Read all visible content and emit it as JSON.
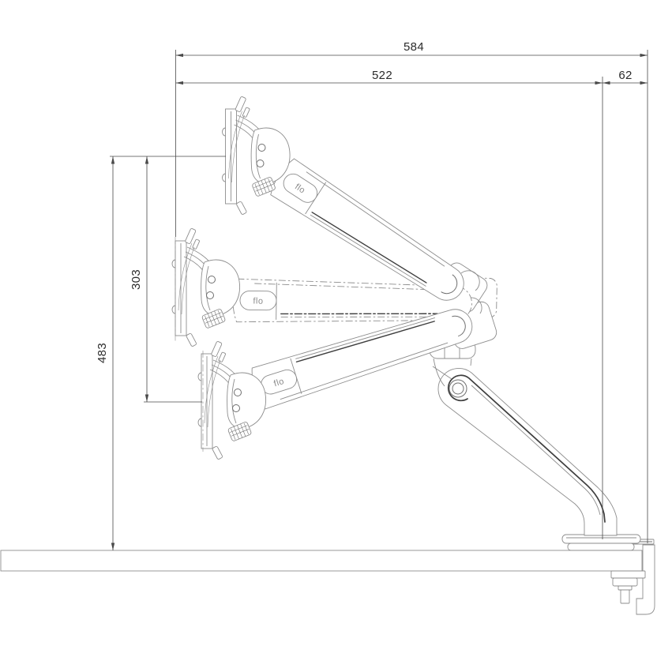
{
  "drawing": {
    "subject": "flo monitor arm side-view technical drawing with desk clamp showing three height positions",
    "logo": "flo",
    "colors": {
      "background": "#ffffff",
      "line": "#8d8d8d",
      "line_dark": "#3e3e3e",
      "dimension_line": "#4a4a4a",
      "dimension_text": "#2b2b2b"
    },
    "dimensions": {
      "width_total": "584",
      "width_reach": "522",
      "width_offset": "62",
      "height_travel": "303",
      "height_total": "483"
    }
  }
}
